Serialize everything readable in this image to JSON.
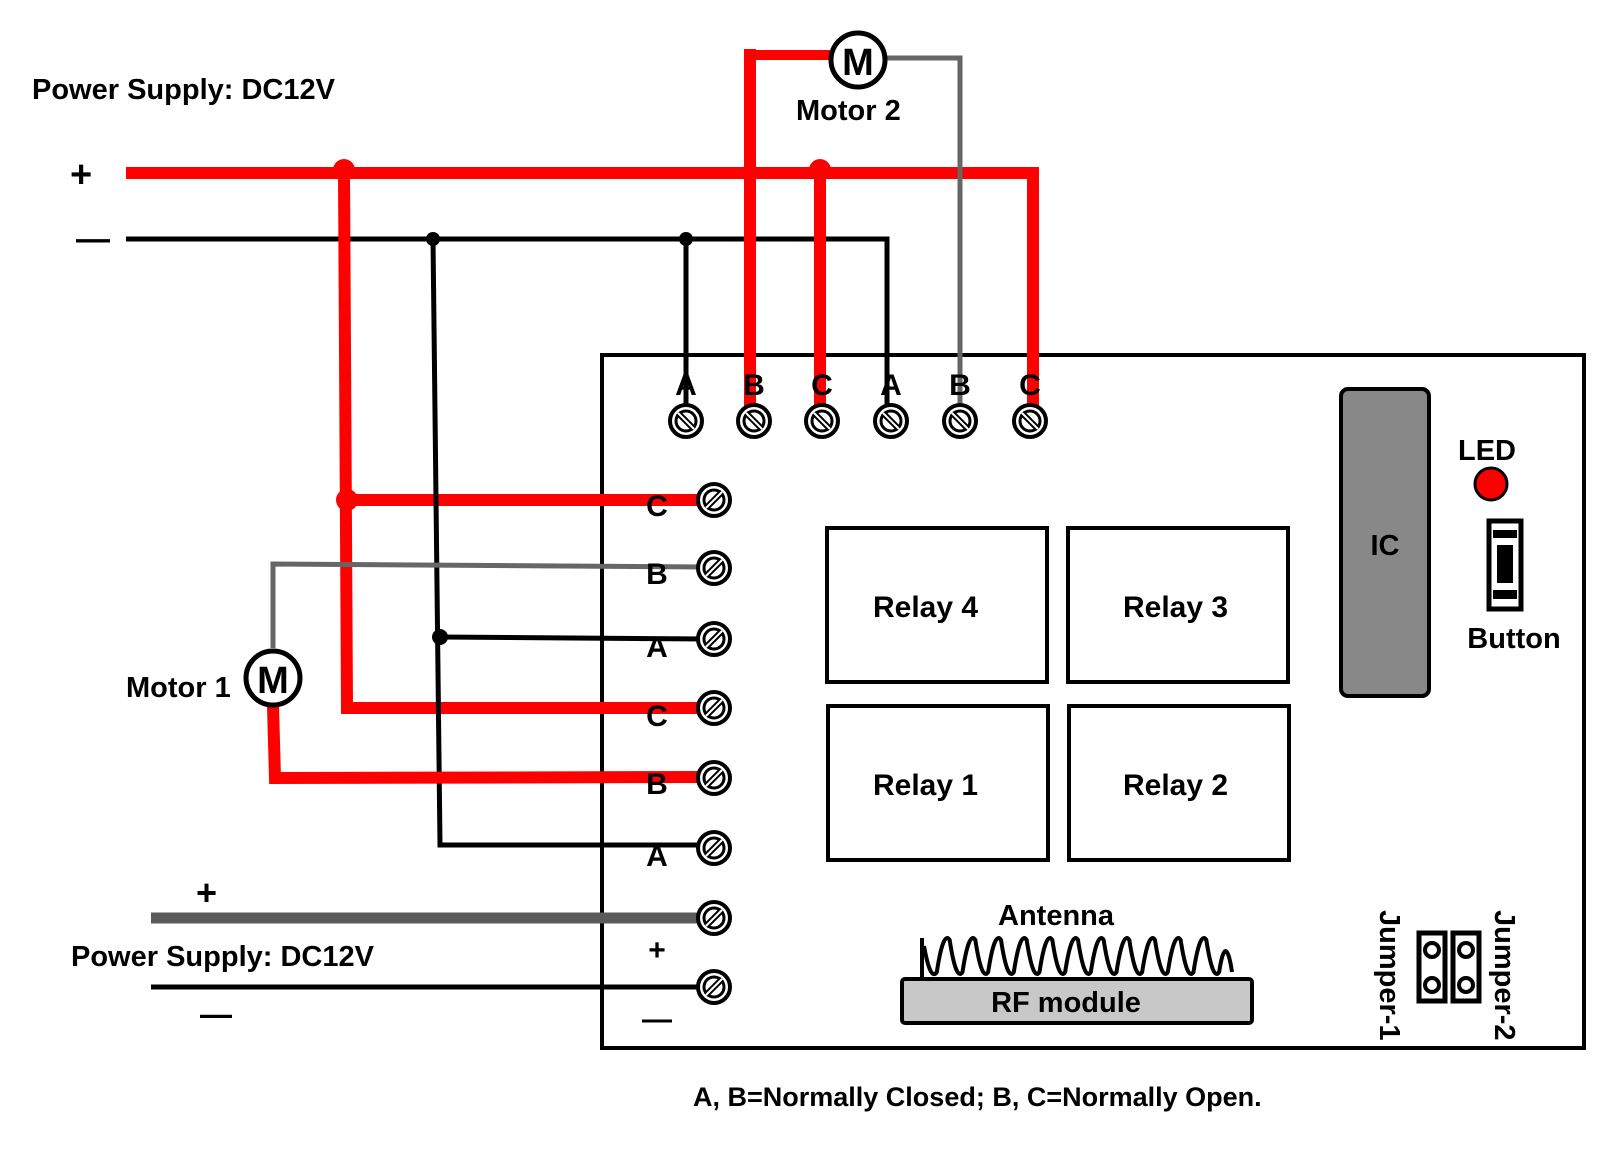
{
  "colors": {
    "positive": "#ff0000",
    "negative": "#000000",
    "motor_return": "#666666",
    "aux_positive": "#5a5a5a",
    "ic_fill": "#888888",
    "rf_fill": "#c8c8c8",
    "led": "#ff0000",
    "board_border": "#000000"
  },
  "power_top": {
    "label": "Power Supply: DC12V",
    "plus": "+",
    "minus": "—"
  },
  "power_bottom": {
    "label": "Power Supply: DC12V",
    "plus": "+",
    "minus": "—"
  },
  "motors": {
    "motor1": {
      "label": "Motor 1",
      "symbol": "M"
    },
    "motor2": {
      "label": "Motor 2",
      "symbol": "M"
    }
  },
  "top_terminals": [
    "A",
    "B",
    "C",
    "A",
    "B",
    "C"
  ],
  "left_terminals": [
    "C",
    "B",
    "A",
    "C",
    "B",
    "A",
    "+",
    "—"
  ],
  "relays": {
    "relay4": "Relay 4",
    "relay3": "Relay 3",
    "relay1": "Relay 1",
    "relay2": "Relay 2"
  },
  "ic": {
    "label": "IC"
  },
  "led": {
    "label": "LED"
  },
  "button": {
    "label": "Button"
  },
  "antenna": {
    "label": "Antenna"
  },
  "rf_module": {
    "label": "RF module"
  },
  "jumpers": {
    "jumper1": "Jumper-1",
    "jumper2": "Jumper-2"
  },
  "footnote": "A, B=Normally Closed; B, C=Normally Open."
}
